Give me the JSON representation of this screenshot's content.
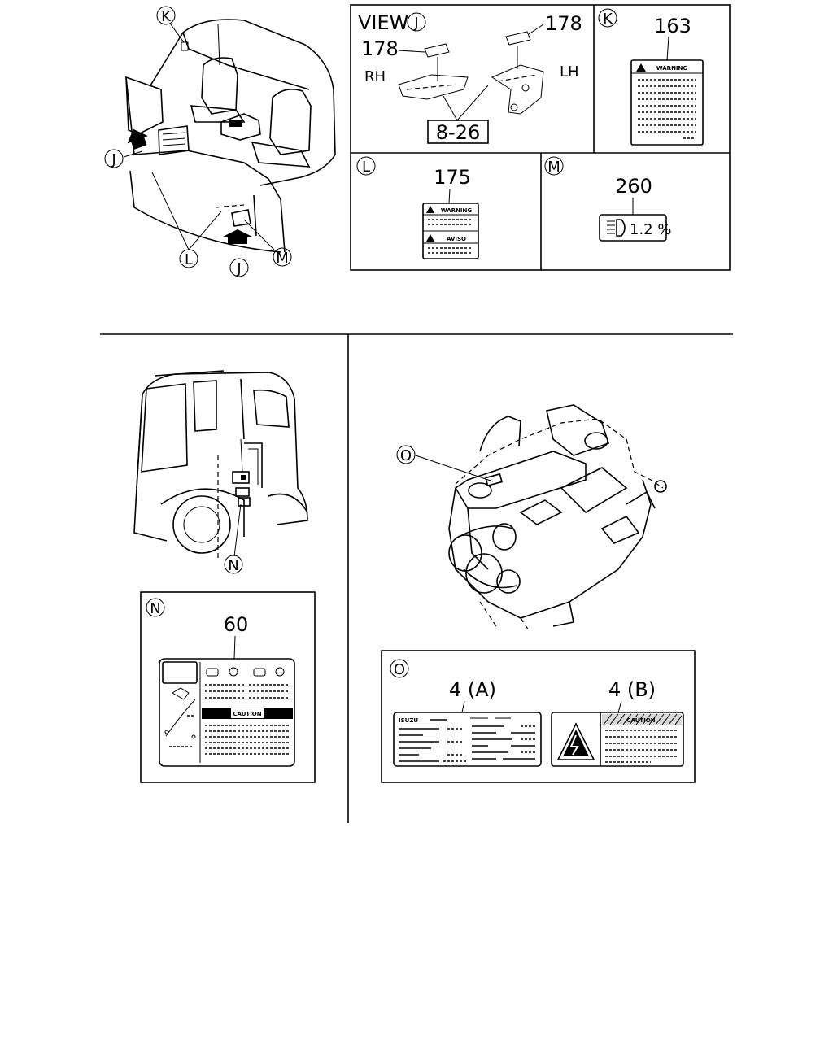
{
  "top_left": {
    "callouts": {
      "k": "K",
      "j_side": "J",
      "l": "L",
      "j_bottom": "J",
      "m": "M"
    }
  },
  "view_j": {
    "title": "VIEW",
    "circle_letter": "J",
    "part_top_right": "178",
    "part_left": "178",
    "rh": "RH",
    "lh": "LH",
    "ref_box": "8-26"
  },
  "panel_k": {
    "letter": "K",
    "part": "163",
    "label_header": "WARNING"
  },
  "panel_l": {
    "letter": "L",
    "part": "175",
    "label_top": "WARNING",
    "label_bottom": "AVISO"
  },
  "panel_m": {
    "letter": "M",
    "part": "260",
    "readout": "1.2 %"
  },
  "bottom_left": {
    "callout": "N"
  },
  "panel_n": {
    "letter": "N",
    "part": "60",
    "caution": "CAUTION"
  },
  "engine": {
    "callout": "O"
  },
  "panel_o": {
    "letter": "O",
    "part_a": "4 (A)",
    "part_b": "4 (B)",
    "brand": "ISUZU",
    "caution": "CAUTION"
  }
}
